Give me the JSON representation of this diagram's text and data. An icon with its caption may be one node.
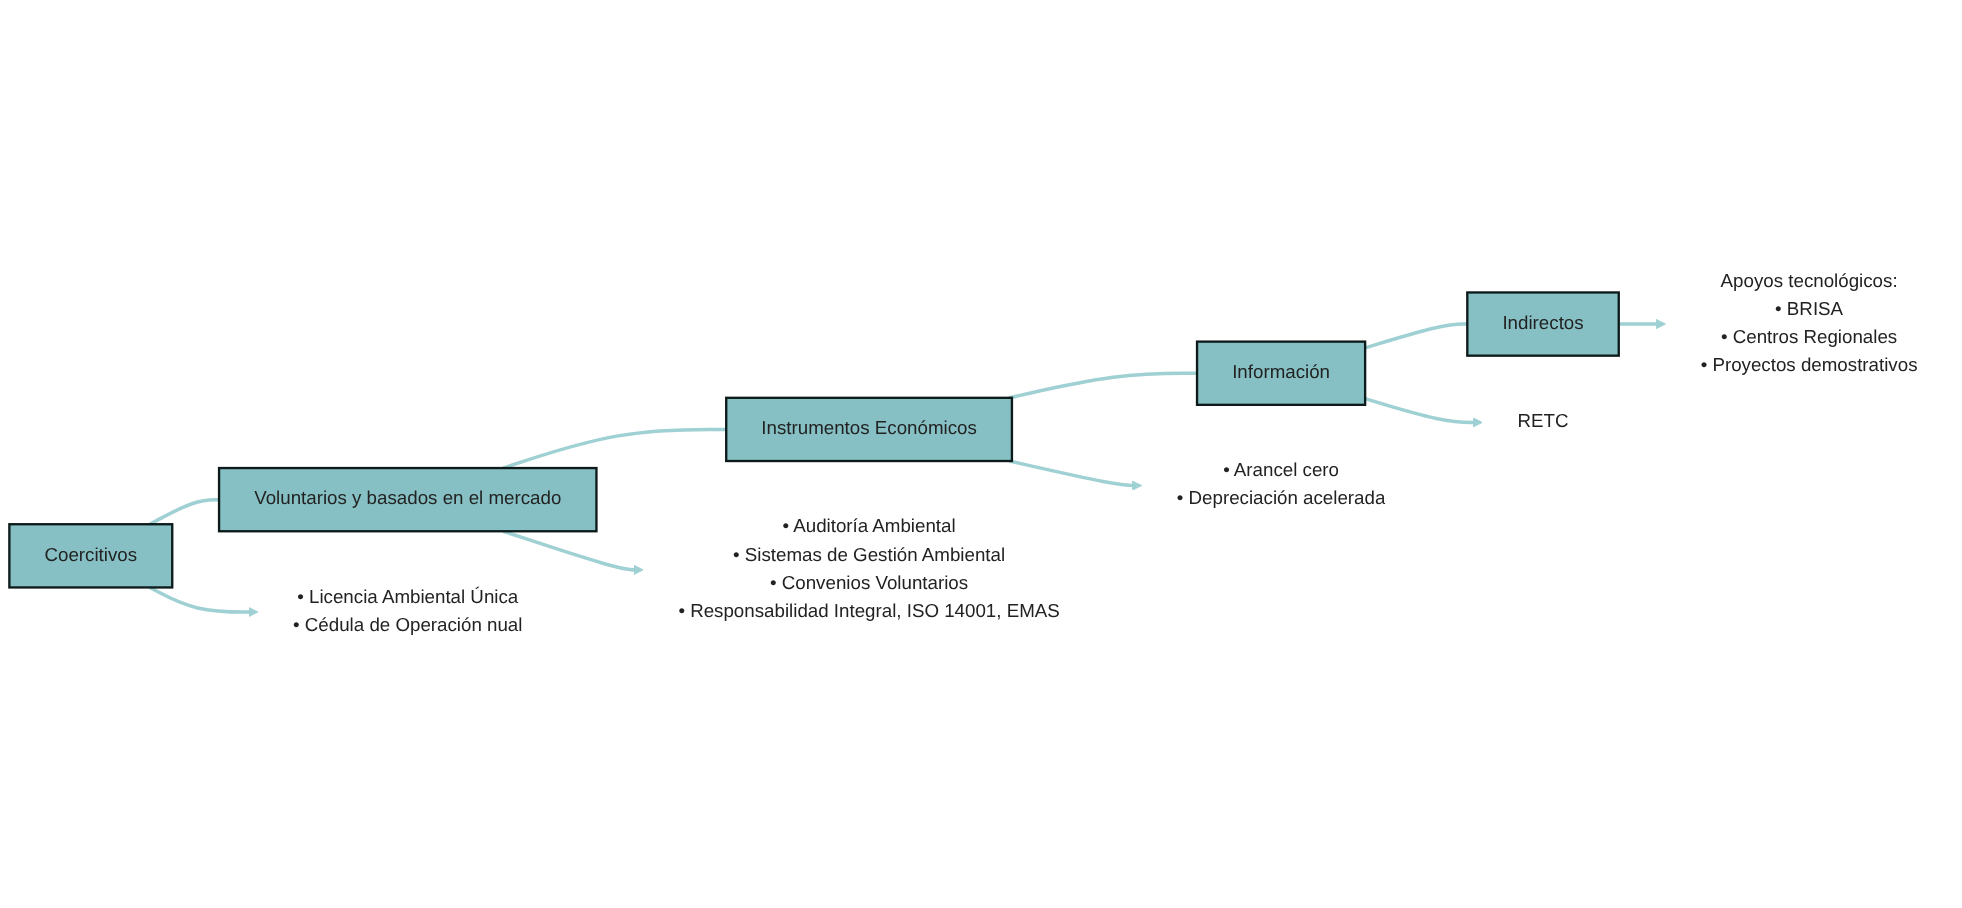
{
  "diagram": {
    "nodes": [
      {
        "text": [
          "Coercitivos"
        ]
      },
      {
        "text": [
          "Voluntarios y basados en el mercado"
        ]
      },
      {
        "text": [
          "Instrumentos Económicos"
        ]
      },
      {
        "text": [
          "Información"
        ]
      },
      {
        "text": [
          "Indirectos"
        ]
      },
      {
        "text": [
          "• Licencia Ambiental Única",
          "• Cédula de Operación nual"
        ]
      },
      {
        "text": [
          "• Auditoría Ambiental",
          "• Sistemas de Gestión Ambiental",
          "• Convenios Voluntarios",
          "• Responsabilidad Integral, ISO 14001, EMAS"
        ]
      },
      {
        "text": [
          "• Arancel cero",
          "• Depreciación acelerada"
        ]
      },
      {
        "text": [
          "RETC"
        ]
      },
      {
        "text": [
          "Apoyos tecnológicos:",
          "• BRISA",
          "• Centros Regionales",
          "• Proyectos demostrativos"
        ]
      }
    ],
    "edges": [
      {
        "from": 0,
        "to": 1,
        "arrow": "none"
      },
      {
        "from": 1,
        "to": 2,
        "arrow": "none"
      },
      {
        "from": 2,
        "to": 3,
        "arrow": "none"
      },
      {
        "from": 3,
        "to": 4,
        "arrow": "none"
      },
      {
        "from": 0,
        "to": 5,
        "arrow": "to"
      },
      {
        "from": 1,
        "to": 6,
        "arrow": "to"
      },
      {
        "from": 2,
        "to": 7,
        "arrow": "to"
      },
      {
        "from": 3,
        "to": 8,
        "arrow": "to"
      },
      {
        "from": 4,
        "to": 9,
        "arrow": "to"
      }
    ]
  }
}
